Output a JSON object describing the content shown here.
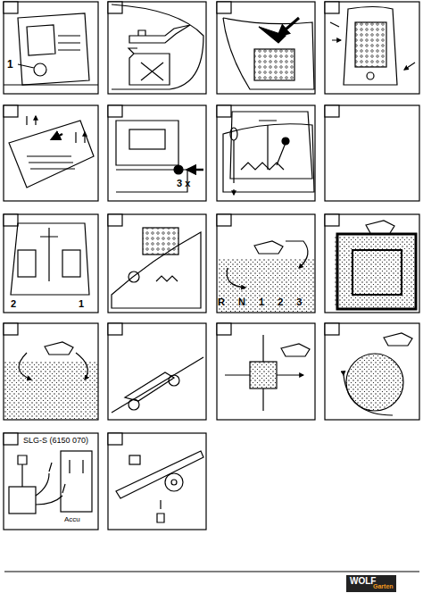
{
  "diagram": {
    "labels": [
      "1",
      "3 x",
      "R N 1 2 3",
      "2",
      "1",
      "SLG-S (6150 070)",
      "Accu",
      "WOLF",
      "Garten"
    ]
  }
}
